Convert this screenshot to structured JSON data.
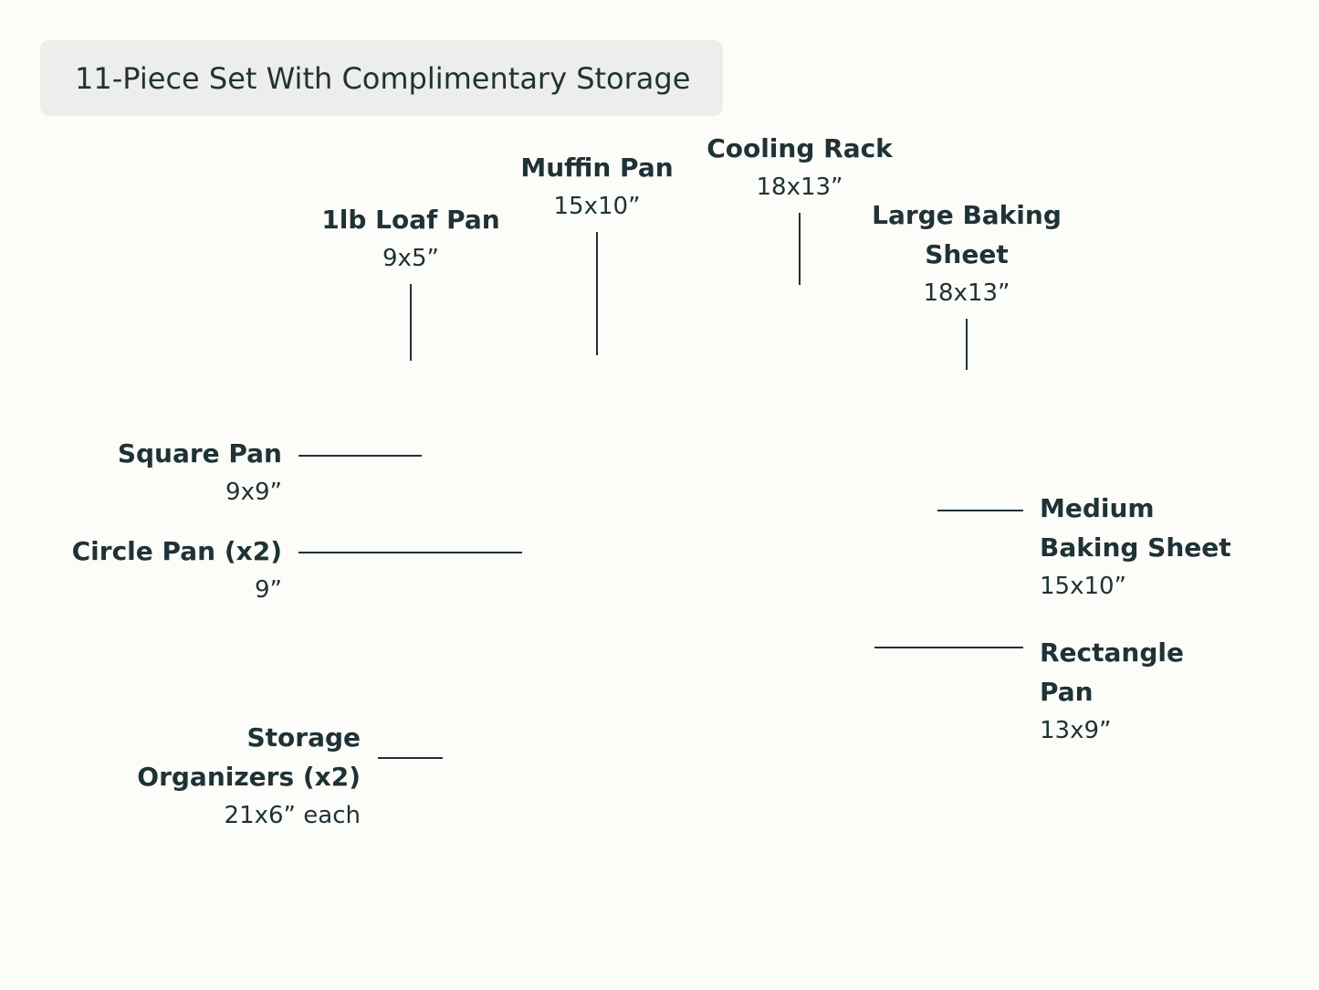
{
  "header": {
    "title": "11-Piece Set With Complimentary Storage"
  },
  "items": {
    "loaf_pan": {
      "name": "1lb Loaf Pan",
      "size": "9x5”"
    },
    "muffin_pan": {
      "name": "Muffin Pan",
      "size": "15x10”"
    },
    "cooling_rack": {
      "name": "Cooling Rack",
      "size": "18x13”"
    },
    "large_baking_sheet": {
      "name_line1": "Large Baking",
      "name_line2": "Sheet",
      "size": "18x13”"
    },
    "square_pan": {
      "name": "Square Pan",
      "size": "9x9”"
    },
    "circle_pan": {
      "name": "Circle Pan (x2)",
      "size": "9”"
    },
    "medium_baking_sheet": {
      "name_line1": "Medium",
      "name_line2": "Baking Sheet",
      "size": "15x10”"
    },
    "rectangle_pan": {
      "name_line1": "Rectangle",
      "name_line2": "Pan",
      "size": "13x9”"
    },
    "storage_organizers": {
      "name_line1": "Storage",
      "name_line2": "Organizers (x2)",
      "size": "21x6” each"
    }
  }
}
